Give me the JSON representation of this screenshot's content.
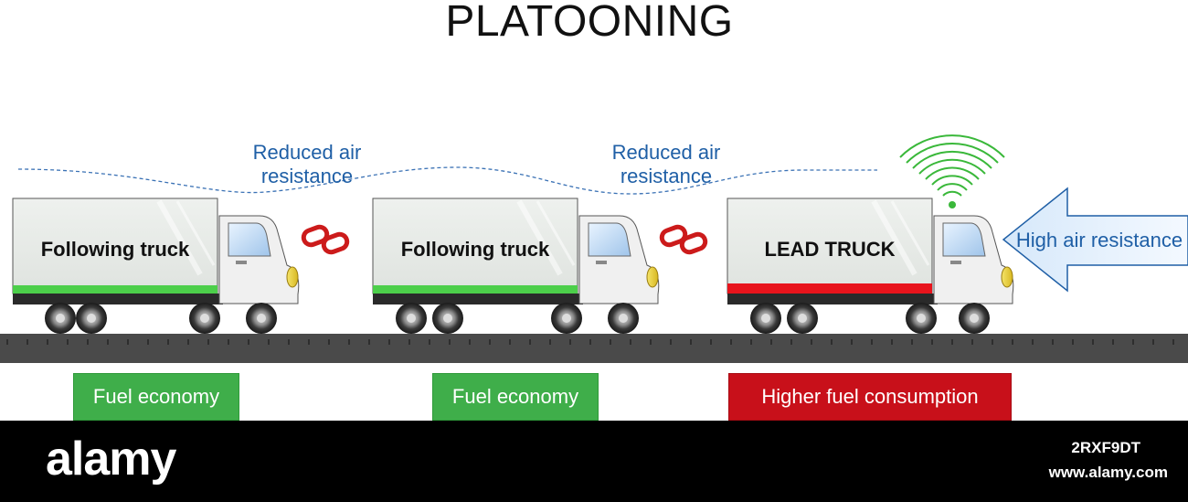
{
  "title": "PLATOONING",
  "air_labels": [
    "Reduced air resistance",
    "Reduced air resistance"
  ],
  "trucks": [
    {
      "label": "Following truck",
      "stripe_color": "#4ccf4a"
    },
    {
      "label": "Following truck",
      "stripe_color": "#4ccf4a"
    },
    {
      "label": "LEAD TRUCK",
      "stripe_color": "#e8141c"
    }
  ],
  "arrow_label": "High air resistance",
  "boxes": [
    "Fuel economy",
    "Fuel economy",
    "Higher fuel consumption"
  ],
  "colors": {
    "air_label": "#1f5fa6",
    "fuel_economy": "#3fae4a",
    "high_consumption": "#c8101a",
    "chain": "#cc1b1b",
    "signal": "#3ab83a",
    "arrow_fill": "#cfe3f7",
    "arrow_stroke": "#1f5fa6",
    "road": "#4a4a4a"
  },
  "footer": {
    "logo": "alamy",
    "image_id": "2RXF9DT",
    "site": "www.alamy.com"
  }
}
